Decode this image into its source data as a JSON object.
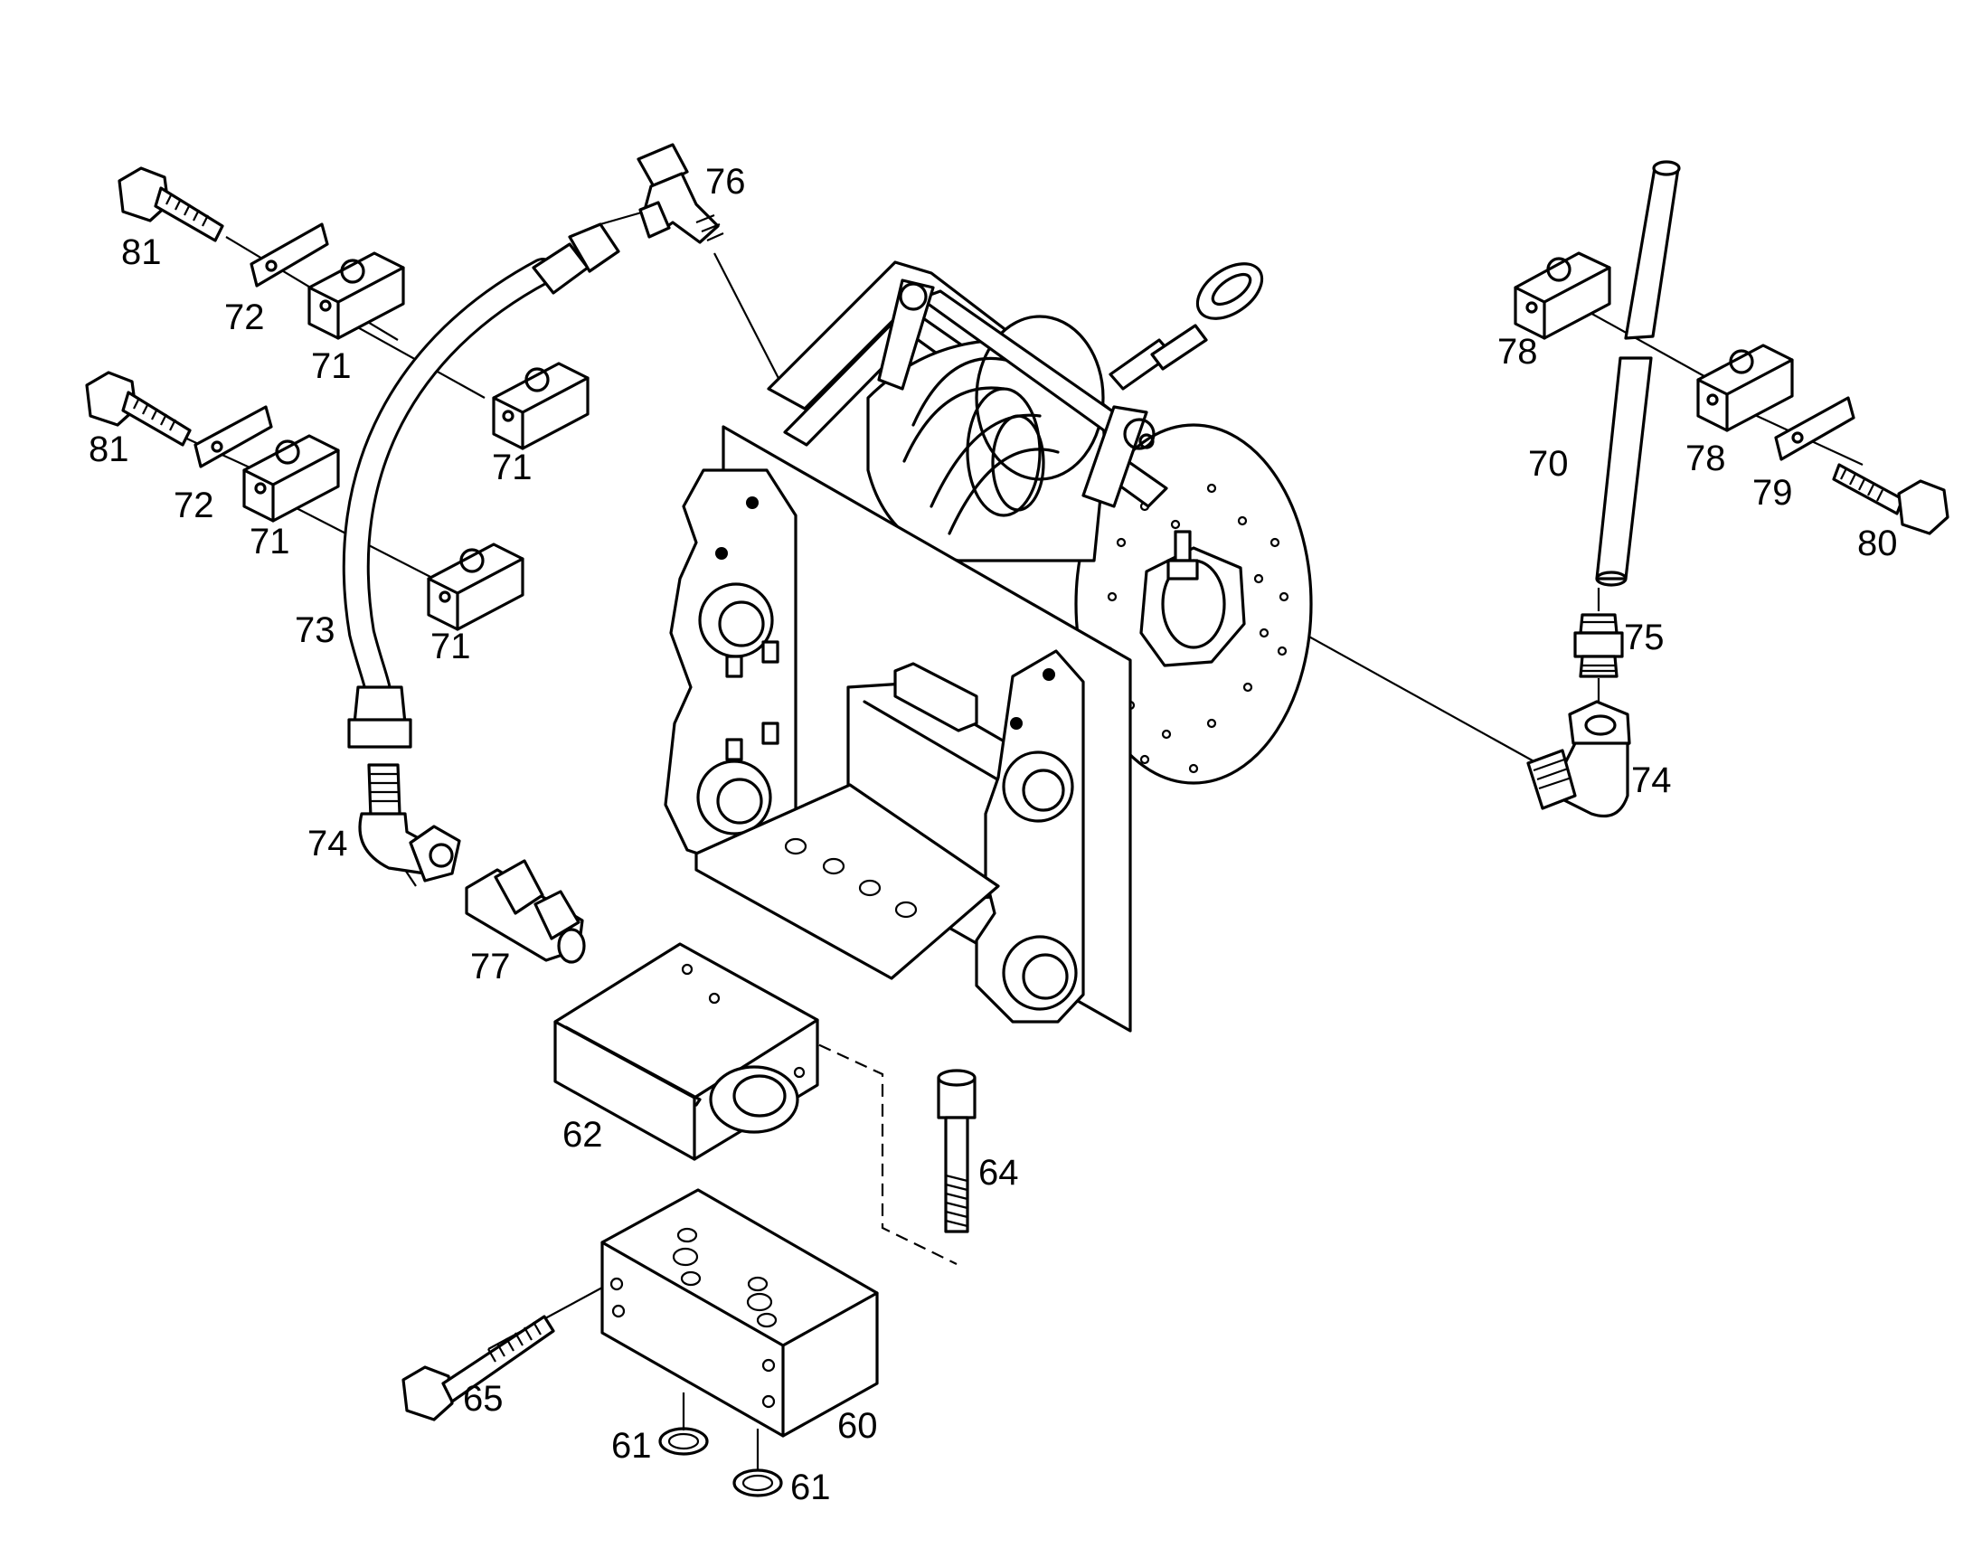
{
  "callouts": {
    "c60": "60",
    "c61a": "61",
    "c61b": "61",
    "c62": "62",
    "c64": "64",
    "c65": "65",
    "c70": "70",
    "c71a": "71",
    "c71b": "71",
    "c71c": "71",
    "c71d": "71",
    "c72a": "72",
    "c72b": "72",
    "c73": "73",
    "c74a": "74",
    "c74b": "74",
    "c75": "75",
    "c76": "76",
    "c77": "77",
    "c78a": "78",
    "c78b": "78",
    "c79": "79",
    "c80": "80",
    "c81a": "81",
    "c81b": "81"
  }
}
